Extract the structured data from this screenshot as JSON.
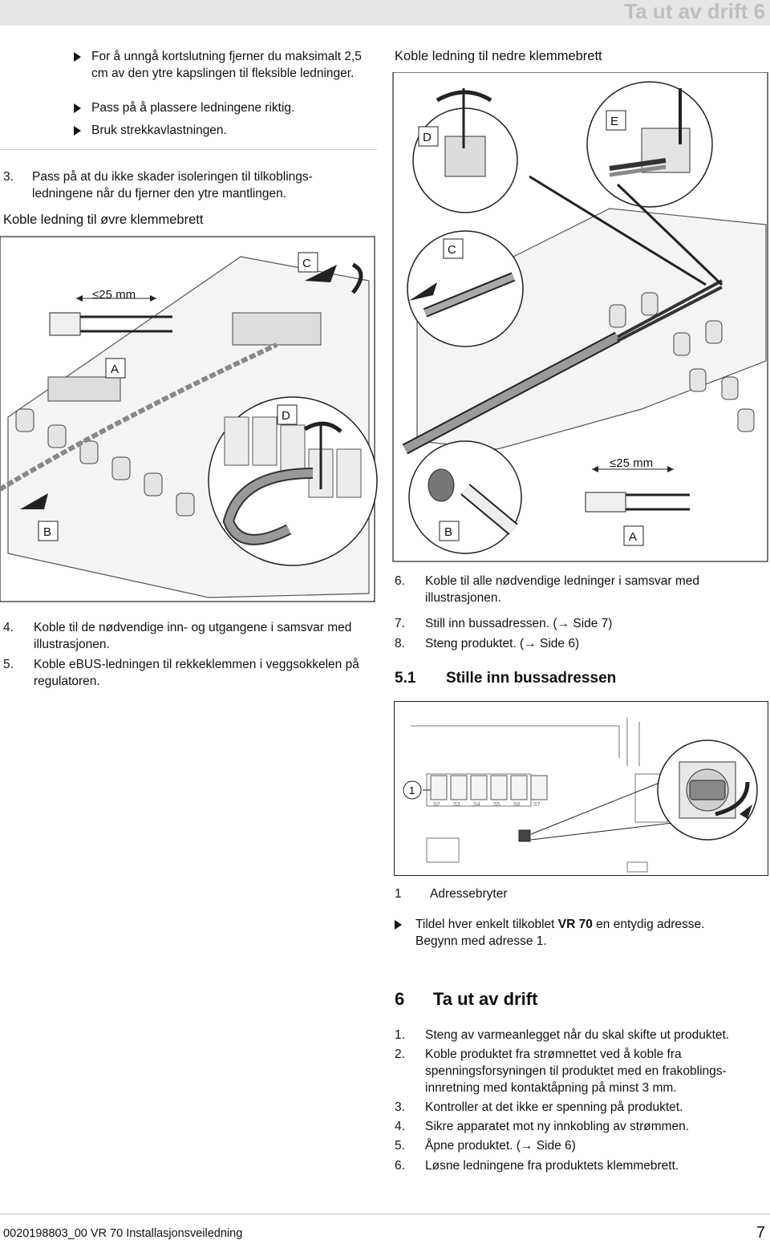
{
  "header": {
    "title": "Ta ut av drift 6"
  },
  "left_bullets": [
    "For å unngå kortslutning fjerner du maksimalt 2,5 cm av den ytre kapslingen til fleksible ledninger.",
    "Pass på å plassere ledningene riktig.",
    "Bruk strekkavlastningen."
  ],
  "step3": {
    "num": "3.",
    "text": "Pass på at du ikke skader isoleringen til tilkoblings-ledningene når du fjerner den ytre mantlingen."
  },
  "upper_heading": "Koble ledning til øvre klemmebrett",
  "lower_heading": "Koble ledning til nedre klemmebrett",
  "fig_labels": {
    "A": "A",
    "B": "B",
    "C": "C",
    "D": "D",
    "E": "E",
    "strip_length": "≤25 mm"
  },
  "steps_left": [
    {
      "num": "4.",
      "text": "Koble til de nødvendige inn- og utgangene i samsvar med illustrasjonen."
    },
    {
      "num": "5.",
      "text": "Koble eBUS-ledningen til rekkeklemmen i veggsokkelen på regulatoren."
    }
  ],
  "steps_right": [
    {
      "num": "6.",
      "text": "Koble til alle nødvendige ledninger i samsvar med illustrasjonen."
    },
    {
      "num": "7.",
      "text": "Still inn bussadressen. (→ Side 7)"
    },
    {
      "num": "8.",
      "text": "Steng produktet. (→ Side 6)"
    }
  ],
  "section_5_1": {
    "num": "5.1",
    "title": "Stille inn bussadressen"
  },
  "address_fig": {
    "callout": "1",
    "switch_labels": [
      "S2",
      "S3",
      "S4",
      "S5",
      "S6",
      "S7"
    ]
  },
  "legend": {
    "num": "1",
    "text": "Adressebryter"
  },
  "assign_bullet_prefix": "Tildel hver enkelt tilkoblet ",
  "assign_bullet_bold": "VR 70",
  "assign_bullet_suffix": " en entydig adresse.",
  "assign_bullet_line2": "Begynn med adresse 1.",
  "chapter": {
    "num": "6",
    "title": "Ta ut av drift"
  },
  "chapter_steps": [
    {
      "num": "1.",
      "text": "Steng av varmeanlegget når du skal skifte ut produktet."
    },
    {
      "num": "2.",
      "text": "Koble produktet fra strømnettet ved å koble fra spenningsforsyningen til produktet med en frakoblings-innretning med kontaktåpning på minst 3 mm."
    },
    {
      "num": "3.",
      "text": "Kontroller at det ikke er spenning på produktet."
    },
    {
      "num": "4.",
      "text": "Sikre apparatet mot ny innkobling av strømmen."
    },
    {
      "num": "5.",
      "text": "Åpne produktet. (→ Side 6)"
    },
    {
      "num": "6.",
      "text": "Løsne ledningene fra produktets klemmebrett."
    }
  ],
  "footer": {
    "doc": "0020198803_00 VR 70 Installasjonsveiledning",
    "page": "7"
  }
}
